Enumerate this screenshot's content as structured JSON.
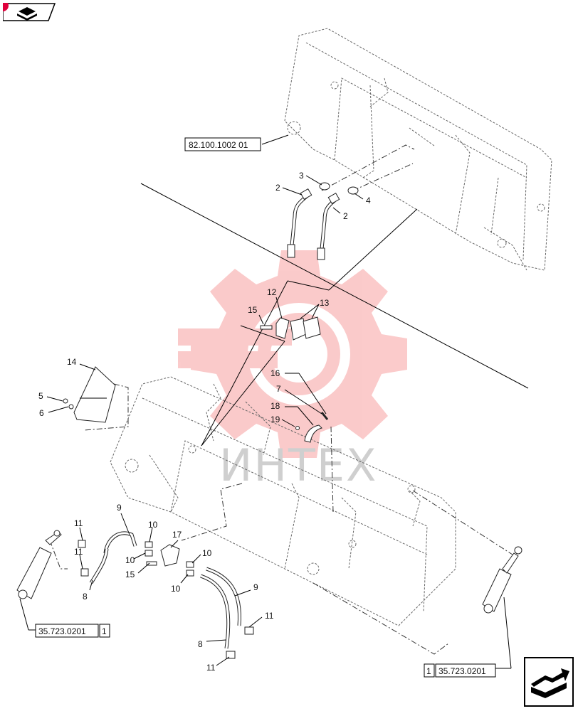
{
  "watermark": {
    "text": "ИНТЕХ",
    "color": "#f03030"
  },
  "callouts": {
    "c2a": "2",
    "c2b": "2",
    "c3": "3",
    "c4": "4",
    "c5": "5",
    "c6": "6",
    "c7": "7",
    "c8a": "8",
    "c8b": "8",
    "c9a": "9",
    "c9b": "9",
    "c10a": "10",
    "c10b": "10",
    "c10c": "10",
    "c10d": "10",
    "c11a": "11",
    "c11b": "11",
    "c11c": "11",
    "c11d": "11",
    "c12": "12",
    "c13": "13",
    "c14": "14",
    "c15a": "15",
    "c15b": "15",
    "c16": "16",
    "c17": "17",
    "c18": "18",
    "c19": "19"
  },
  "references": {
    "bucket": "82.100.1002 01",
    "left_cyl_code": "35.723.0201",
    "left_cyl_qty": "1",
    "right_cyl_code": "35.723.0201",
    "right_cyl_qty": "1"
  },
  "icons": {
    "top_left": "book-arrow-icon",
    "bottom_right": "next-page-arrow-icon"
  }
}
